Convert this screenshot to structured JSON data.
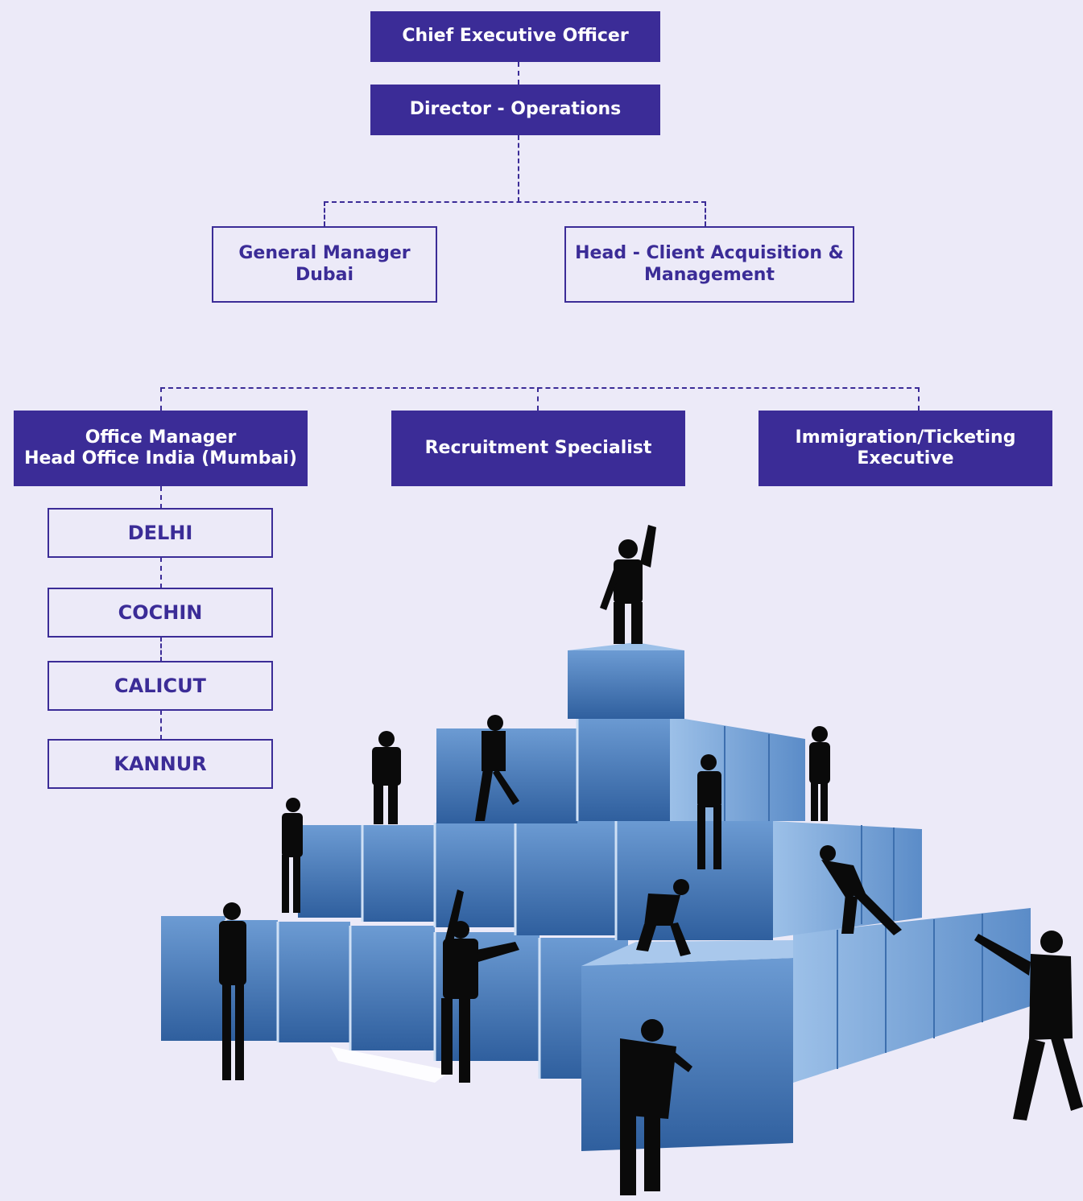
{
  "chart": {
    "ceo": "Chief Executive Officer",
    "director": "Director - Operations",
    "gm_line1": "General Manager",
    "gm_line2": "Dubai",
    "head_line1": "Head - Client Acquisition &",
    "head_line2": "Management",
    "office_line1": "Office Manager",
    "office_line2": "Head Office India (Mumbai)",
    "recruitment": "Recruitment Specialist",
    "immigration_line1": "Immigration/Ticketing",
    "immigration_line2": "Executive",
    "cities": [
      "DELHI",
      "COCHIN",
      "CALICUT",
      "KANNUR"
    ]
  },
  "colors": {
    "background": "#eceaf8",
    "brand": "#3b2c97",
    "block": "#3f72b3",
    "silhouette": "#0a0a0a"
  }
}
